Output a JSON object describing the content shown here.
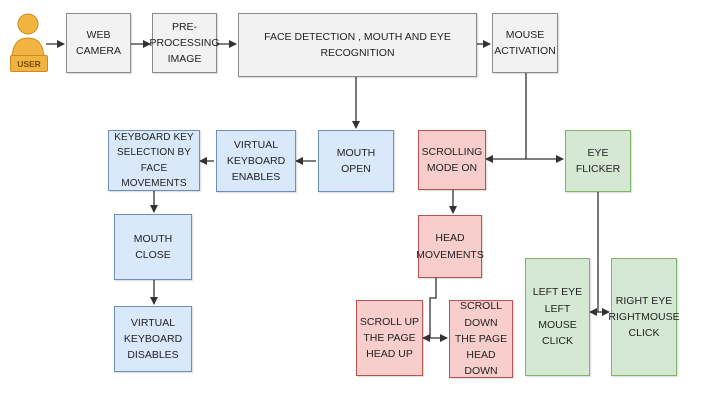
{
  "diagram": {
    "user": "USER",
    "nodes": {
      "web_camera": "WEB\nCAMERA",
      "pre_processing": "PRE-\nPROCESSING\nIMAGE",
      "face_detection": "FACE DETECTION , MOUTH AND EYE RECOGNITION",
      "mouse_activation": "MOUSE\nACTIVATION",
      "mouth_open": "MOUTH\nOPEN",
      "virtual_keyboard_enables": "VIRTUAL\nKEYBOARD\nENABLES",
      "keyboard_key_selection": "KEYBOARD KEY\nSELECTION BY FACE\nMOVEMENTS",
      "mouth_close": "MOUTH\nCLOSE",
      "virtual_keyboard_disables": "VIRTUAL\nKEYBOARD\nDISABLES",
      "scrolling_mode_on": "SCROLLING\nMODE ON",
      "eye_flicker": "EYE\nFLICKER",
      "head_movements": "HEAD\nMOVEMENTS",
      "scroll_up": "SCROLL UP\nTHE PAGE\nHEAD UP",
      "scroll_down": "SCROLL\nDOWN\nTHE PAGE\nHEAD DOWN",
      "left_eye": "LEFT EYE\nLEFT MOUSE\nCLICK",
      "right_eye": "RIGHT EYE\nRIGHTMOUSE\nCLICK"
    },
    "colors": {
      "gray": "#f2f2f2",
      "blue": "#dae8fc",
      "red": "#f8cecc",
      "green": "#d5e8d4",
      "user": "#f2b441",
      "line": "#333333"
    }
  }
}
